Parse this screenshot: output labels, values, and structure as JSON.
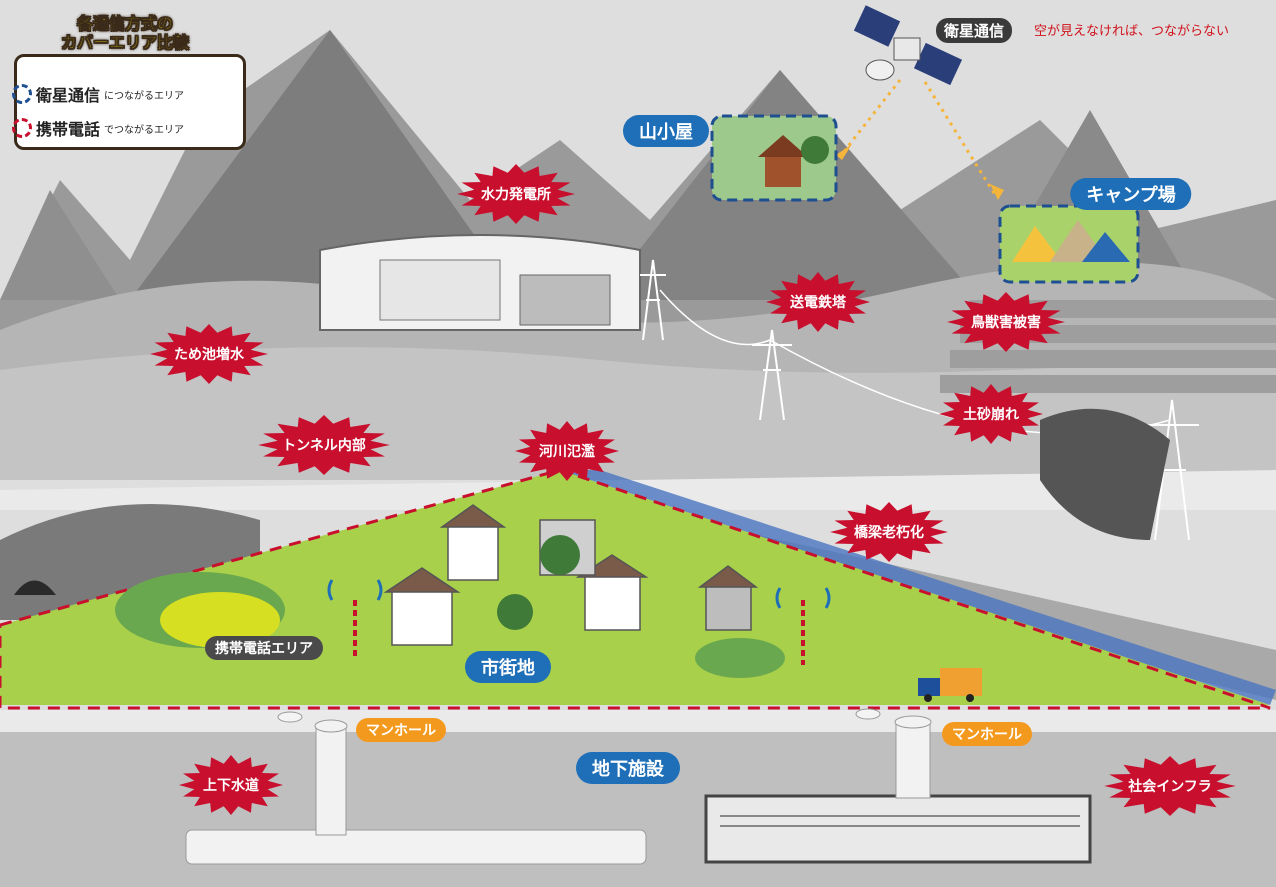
{
  "legend": {
    "title_line1": "各通信方式の",
    "title_line2": "カバーエリア比較",
    "satellite_main": "衛星通信",
    "satellite_sub": "につながるエリア",
    "mobile_main": "携帯電話",
    "mobile_sub": "でつながるエリア"
  },
  "satellite": {
    "label": "衛星通信",
    "note": "空が見えなければ、つながらない"
  },
  "areas": {
    "mountain_hut": "山小屋",
    "campsite": "キャンプ場",
    "city": "市街地",
    "underground": "地下施設",
    "mobile_area": "携帯電話エリア",
    "manhole_left": "マンホール",
    "manhole_right": "マンホール"
  },
  "hazards": [
    "水力発電所",
    "ため池増水",
    "送電鉄塔",
    "鳥獣害被害",
    "土砂崩れ",
    "トンネル内部",
    "河川氾濫",
    "橋梁老朽化",
    "上下水道",
    "社会インフラ"
  ],
  "colors": {
    "satellite_ring": "#1d4f91",
    "mobile_ring": "#c8102e",
    "burst": "#c8102e",
    "city_green": "#a8d04a",
    "mountain": "#8c8c8c"
  }
}
